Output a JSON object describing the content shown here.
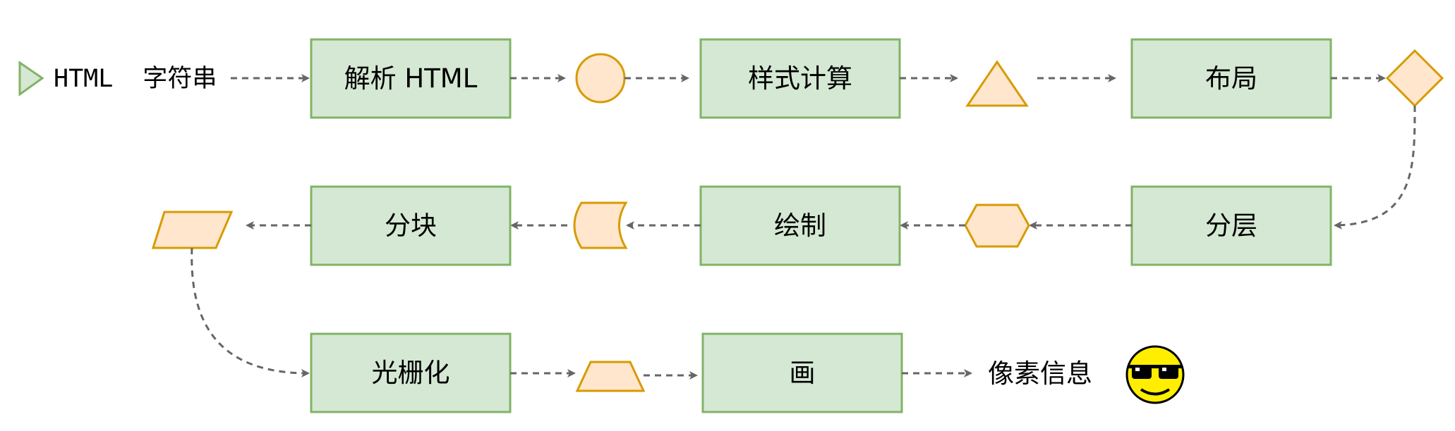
{
  "input": {
    "label": "HTML  字符串"
  },
  "stages": {
    "parse": "解析 HTML",
    "style": "样式计算",
    "layout": "布局",
    "layer": "分层",
    "paint": "绘制",
    "tiles": "分块",
    "raster": "光栅化",
    "draw": "画"
  },
  "output": {
    "label": "像素信息"
  },
  "colors": {
    "stage_fill": "#d5e8d4",
    "stage_stroke": "#82b366",
    "shape_fill": "#ffe6cc",
    "shape_stroke": "#d79b00",
    "arrow": "#666666",
    "start_marker_fill": "#d5e8d4",
    "start_marker_stroke": "#82b366",
    "smiley_face": "#ffee00"
  },
  "icons": {
    "start": "play-triangle-icon",
    "end": "sunglasses-smiley-icon"
  }
}
